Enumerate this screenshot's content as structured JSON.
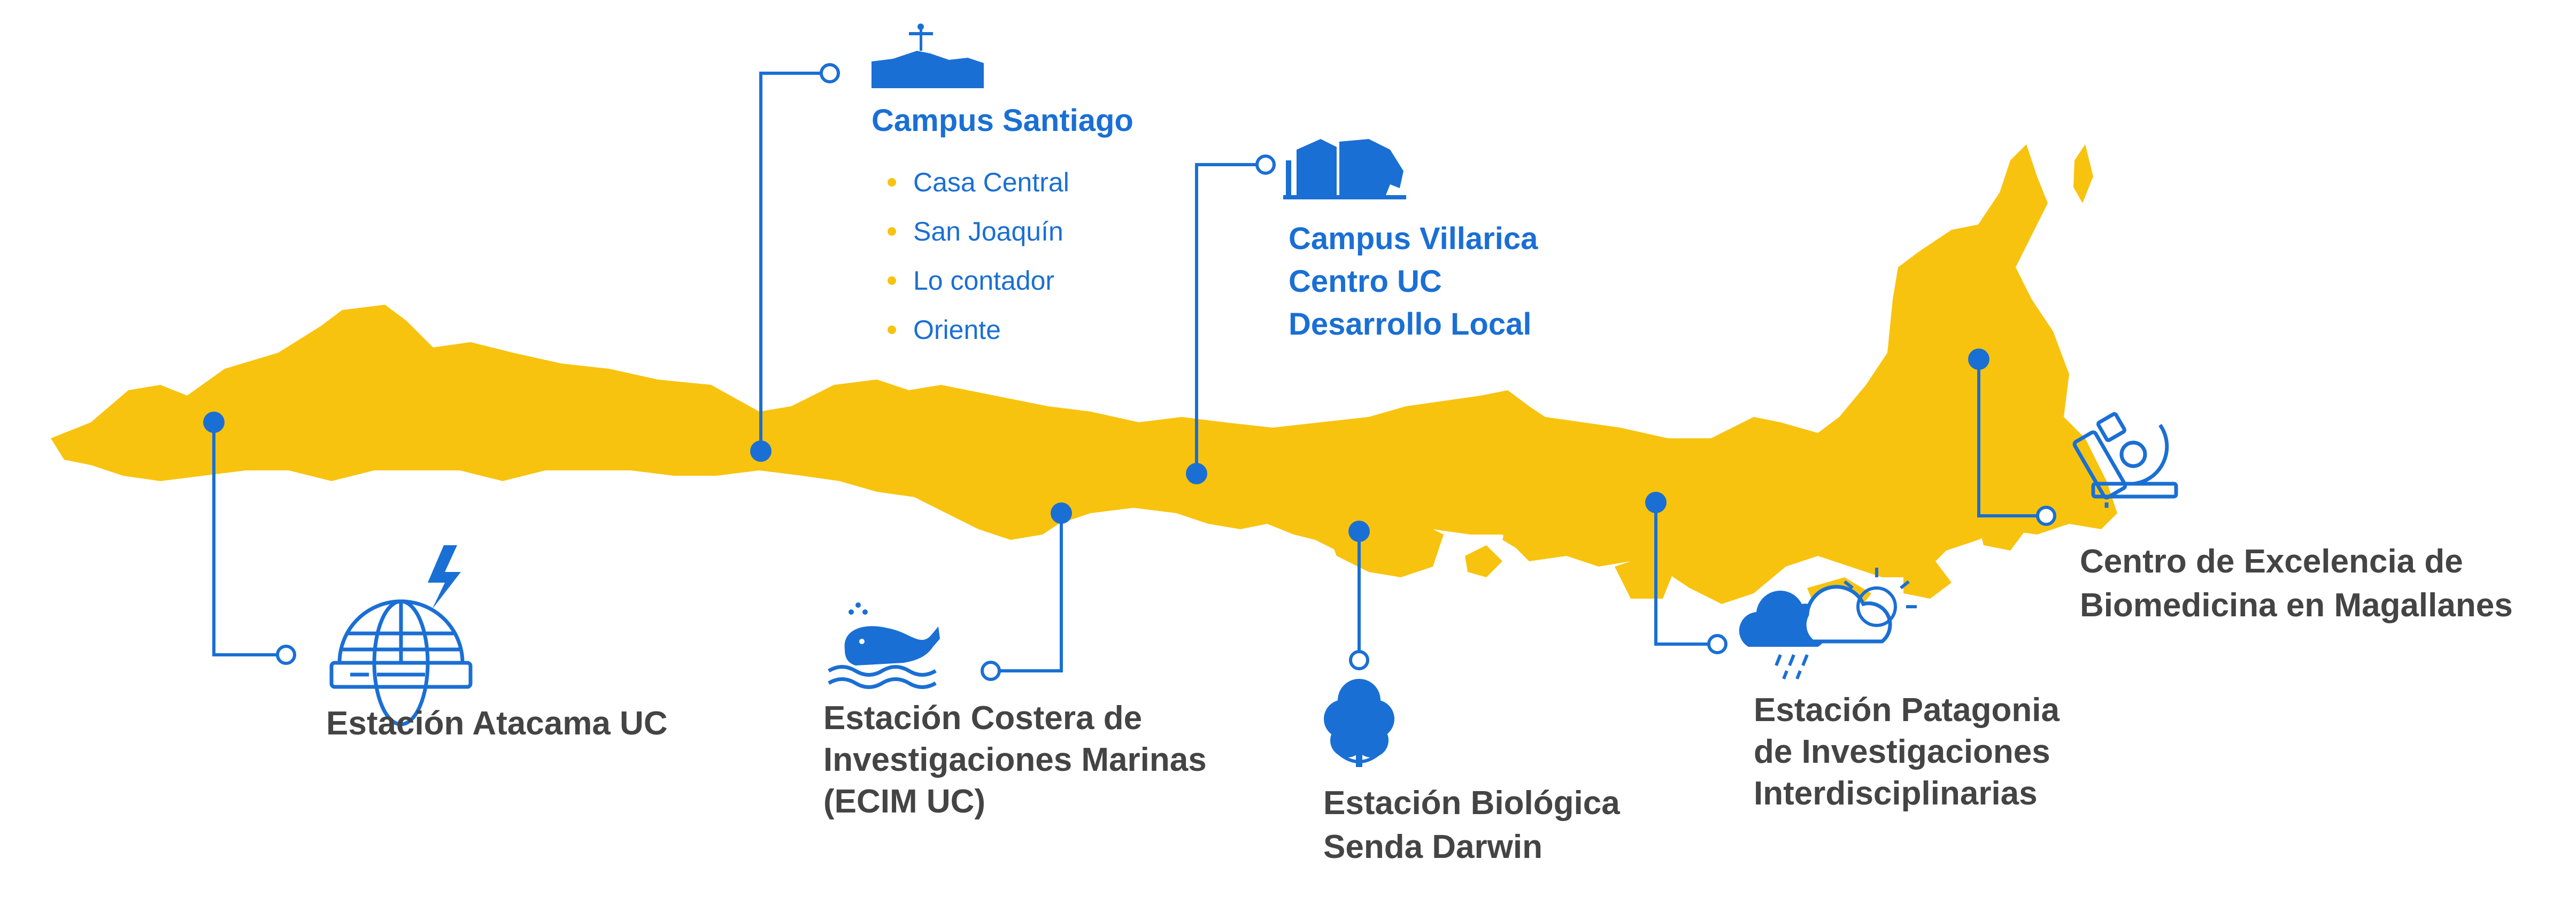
{
  "colors": {
    "land": "#f8c30f",
    "accent": "#1a6fd4",
    "text": "#444444"
  },
  "locations": {
    "atacama": {
      "lines": [
        "Estación Atacama UC"
      ],
      "icon": "observatory-globe-icon"
    },
    "santiago": {
      "title": "Campus Santiago",
      "icon": "cristo-skyline-icon",
      "items": [
        "Casa Central",
        "San Joaquín",
        "Lo contador",
        "Oriente"
      ]
    },
    "villarica": {
      "lines": [
        "Campus Villarica",
        "Centro UC",
        "Desarrollo Local"
      ],
      "icon": "volcano-landscape-icon"
    },
    "ecim": {
      "lines": [
        "Estación Costera de",
        "Investigaciones Marinas",
        "(ECIM UC)"
      ],
      "icon": "whale-icon"
    },
    "darwin": {
      "lines": [
        "Estación Biológica",
        "Senda Darwin"
      ],
      "icon": "tree-icon"
    },
    "patagonia": {
      "lines": [
        "Estación Patagonia",
        "de Investigaciones",
        "Interdisciplinarias"
      ],
      "icon": "weather-cloud-sun-icon"
    },
    "magallanes": {
      "lines": [
        "Centro de Excelencia de",
        "Biomedicina en Magallanes"
      ],
      "icon": "microscope-icon"
    }
  }
}
